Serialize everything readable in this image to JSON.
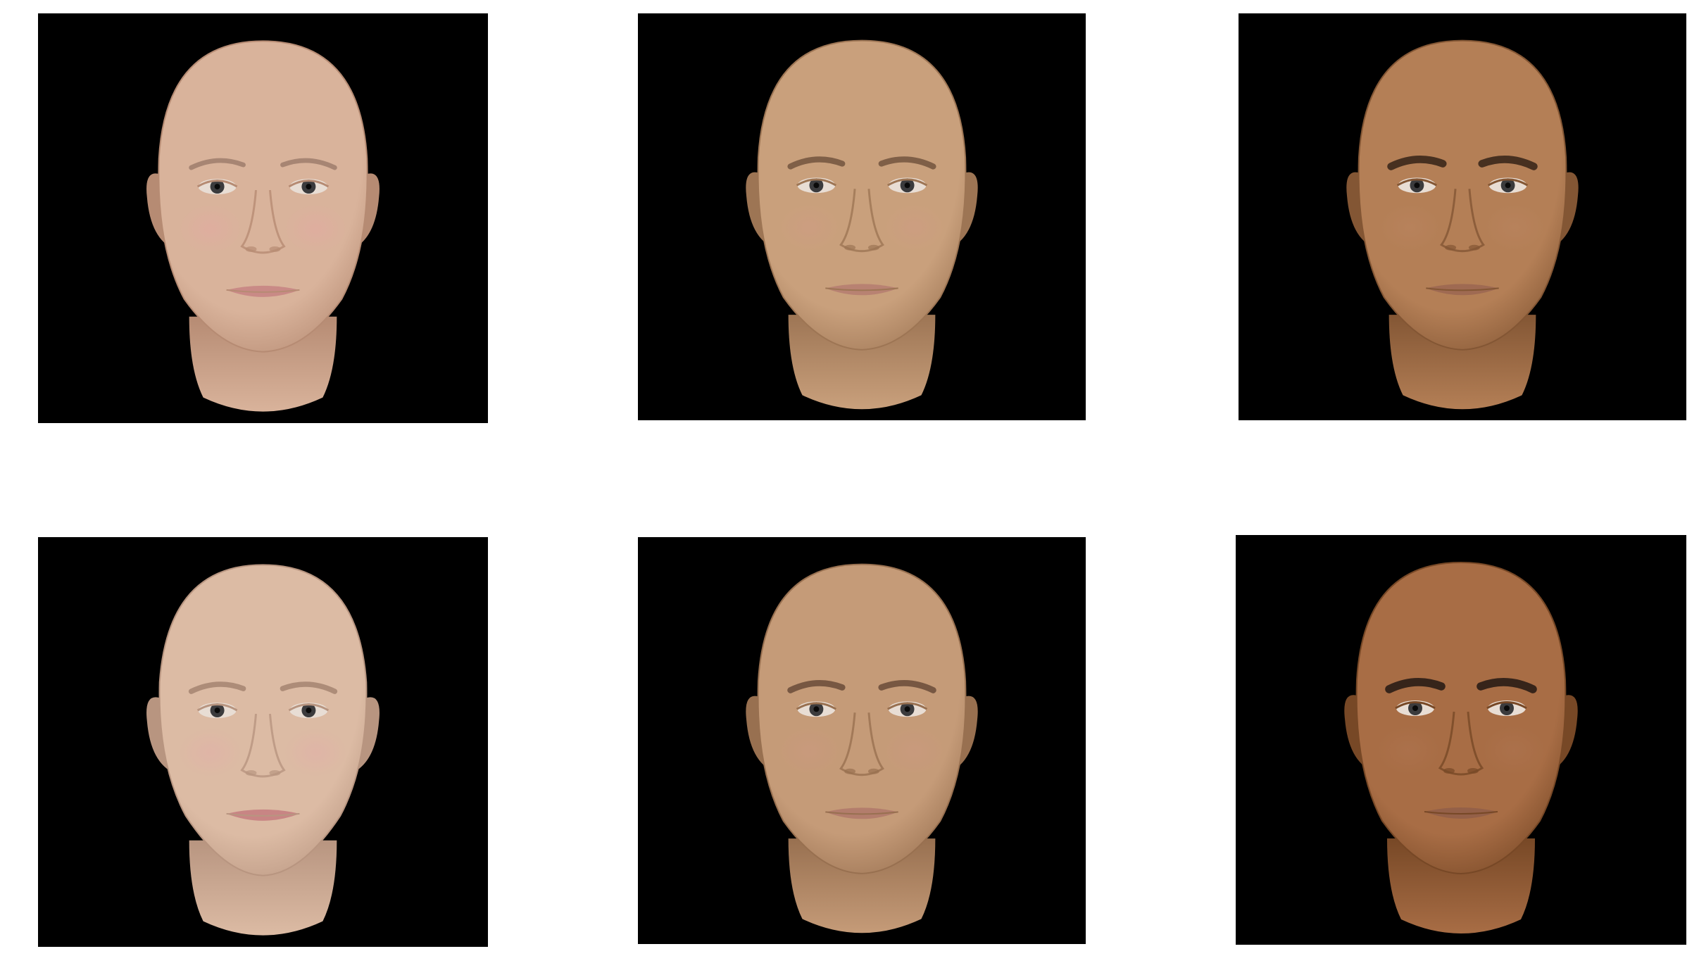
{
  "faces": [
    {
      "row": 1,
      "col": 1,
      "sex": "male",
      "skin": "#d9b39b",
      "shade": "#b68b73",
      "lip": "#c98a86",
      "cheek": "#e3a9a2",
      "brow": "#8f6f60",
      "brow_weight": 0.35
    },
    {
      "row": 1,
      "col": 2,
      "sex": "male",
      "skin": "#c9a07c",
      "shade": "#9d7554",
      "lip": "#b88272",
      "cheek": "#cf9c84",
      "brow": "#6a4c38",
      "brow_weight": 0.55
    },
    {
      "row": 1,
      "col": 3,
      "sex": "male",
      "skin": "#b47f56",
      "shade": "#835634",
      "lip": "#9f6a52",
      "cheek": "#ba8460",
      "brow": "#3e2a1c",
      "brow_weight": 0.85
    },
    {
      "row": 2,
      "col": 1,
      "sex": "female",
      "skin": "#dcbba4",
      "shade": "#b89580",
      "lip": "#c88584",
      "cheek": "#e2afa8",
      "brow": "#9a7a68",
      "brow_weight": 0.45
    },
    {
      "row": 2,
      "col": 2,
      "sex": "male",
      "skin": "#c59b78",
      "shade": "#987050",
      "lip": "#b37d6c",
      "cheek": "#cb9880",
      "brow": "#634634",
      "brow_weight": 0.6
    },
    {
      "row": 2,
      "col": 3,
      "sex": "male",
      "skin": "#a86d45",
      "shade": "#774826",
      "lip": "#946048",
      "cheek": "#ae7450",
      "brow": "#33231a",
      "brow_weight": 0.95
    }
  ],
  "background_color": "#000000",
  "page_color": "#ffffff"
}
